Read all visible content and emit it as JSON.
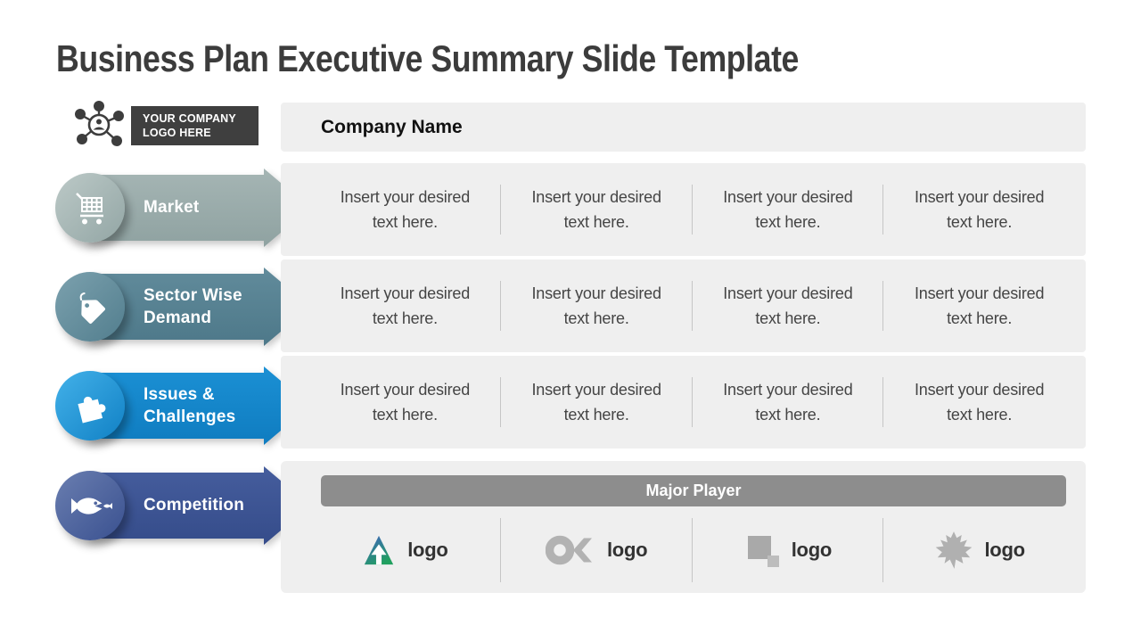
{
  "title": "Business Plan Executive Summary Slide Template",
  "logo_box": {
    "line1": "YOUR COMPANY",
    "line2": "LOGO HERE"
  },
  "sidebar": {
    "items": [
      {
        "label": "Market",
        "icon": "shopping-cart-icon",
        "color": "#98aaa9"
      },
      {
        "label": "Sector Wise Demand",
        "icon": "price-tag-icon",
        "color": "#55808f"
      },
      {
        "label": "Issues & Challenges",
        "icon": "puzzle-icon",
        "color": "#1285c8"
      },
      {
        "label": "Competition",
        "icon": "fish-icon",
        "color": "#3c5492"
      }
    ]
  },
  "panel": {
    "header": "Company Name",
    "rows": [
      [
        "Insert your desired text here.",
        "Insert your desired text here.",
        "Insert your desired text here.",
        "Insert your desired text here."
      ],
      [
        "Insert your desired text here.",
        "Insert your desired text here.",
        "Insert your desired text here.",
        "Insert your desired text here."
      ],
      [
        "Insert your desired text here.",
        "Insert your desired text here.",
        "Insert your desired text here.",
        "Insert your desired text here."
      ]
    ],
    "major_player": {
      "title": "Major Player",
      "logos": [
        {
          "icon": "triangle-arrow-logo",
          "label": "logo"
        },
        {
          "icon": "ok-monogram-logo",
          "label": "logo"
        },
        {
          "icon": "squares-logo",
          "label": "logo"
        },
        {
          "icon": "maple-leaf-logo",
          "label": "logo"
        }
      ]
    }
  },
  "colors": {
    "panel_bg": "#efefef",
    "dark_box": "#3f3f3f",
    "major_bar": "#8d8d8d",
    "market": "#98aaa9",
    "sector": "#55808f",
    "issues": "#1285c8",
    "competition": "#3c5492",
    "logo_gray": "#b2b2b2",
    "logo_green": "#21a05f",
    "logo_blue": "#4161c2"
  }
}
